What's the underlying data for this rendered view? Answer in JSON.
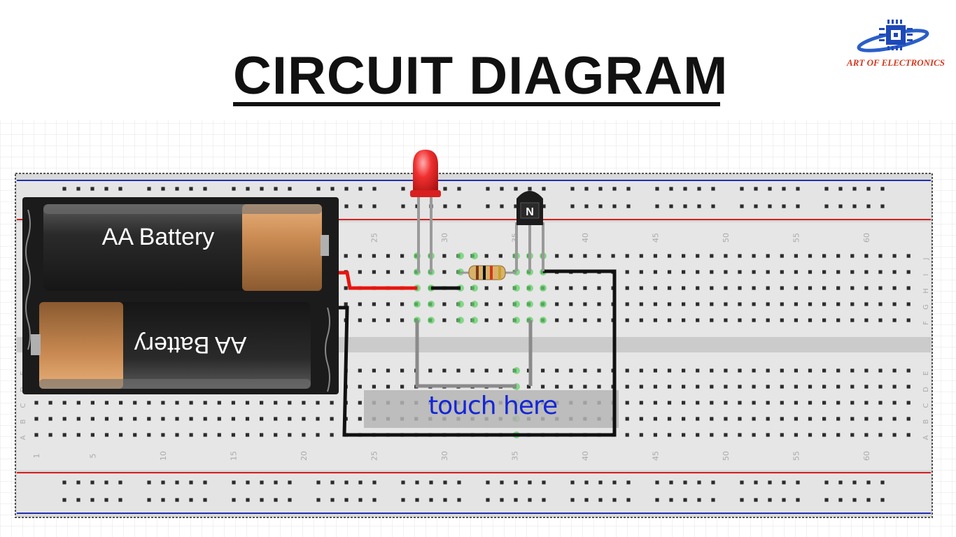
{
  "title": "CIRCUIT DIAGRAM",
  "logo": {
    "text": "ART OF ELECTRONICS",
    "icon": "chip-icon",
    "color": "#d2391f"
  },
  "battery": {
    "top_label": "AA Battery",
    "bottom_label": "AA Battery"
  },
  "breadboard": {
    "column_numbers": [
      "1",
      "5",
      "10",
      "15",
      "20",
      "25",
      "30",
      "35",
      "40",
      "45",
      "50",
      "55",
      "60"
    ],
    "row_letters_top": [
      "J",
      "I",
      "H",
      "G",
      "F"
    ],
    "row_letters_bottom": [
      "E",
      "D",
      "C",
      "B",
      "A"
    ]
  },
  "transistor": {
    "label": "N"
  },
  "touch_label": "touch here",
  "colors": {
    "red_wire": "#e8150f",
    "black_wire": "#111111",
    "led": "#e82020",
    "rail_red": "#d62020",
    "rail_blue": "#2030b0",
    "highlight": "#63d16a"
  }
}
